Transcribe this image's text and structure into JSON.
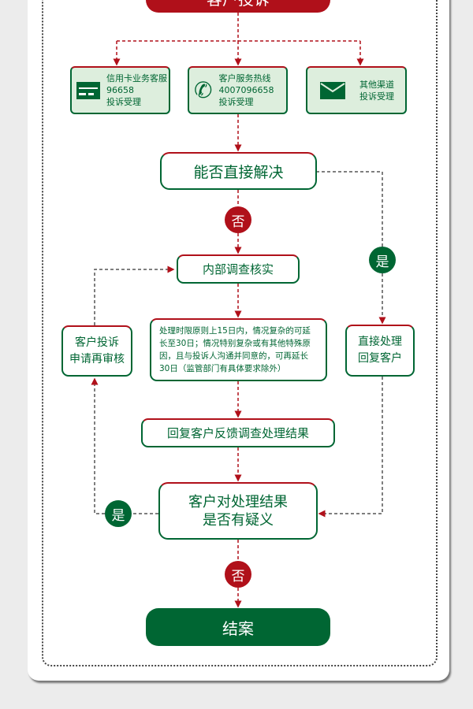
{
  "top": {
    "title": "客户投诉"
  },
  "channels": [
    {
      "icon": "credit-card-icon",
      "lines": [
        "信用卡业务客服",
        "96658",
        "投诉受理"
      ]
    },
    {
      "icon": "phone-icon",
      "lines": [
        "客户服务热线",
        "4007096658",
        "投诉受理"
      ]
    },
    {
      "icon": "envelope-icon",
      "lines": [
        "其他渠道",
        "投诉受理"
      ]
    }
  ],
  "decision1": "能否直接解决",
  "no_label": "否",
  "yes_label": "是",
  "investigate": "内部调查核实",
  "direct": [
    "直接处理",
    "回复客户"
  ],
  "reapply": [
    "客户投诉",
    "申请再审核"
  ],
  "policy": "处理时限原则上15日内，情况复杂的可延长至30日；情况特别复杂或有其他特殊原因，且与投诉人沟通并同意的，可再延长30日（监管部门有具体要求除外）",
  "reply": "回复客户反馈调查处理结果",
  "decision2": [
    "客户对处理结果",
    "是否有疑义"
  ],
  "close": "结案",
  "colors": {
    "red": "#b0101a",
    "green": "#006633",
    "light": "#ddeedd"
  }
}
